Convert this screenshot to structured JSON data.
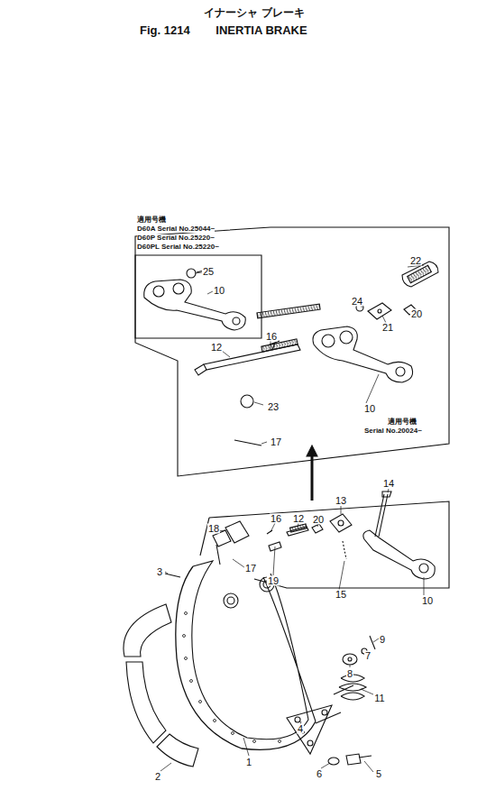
{
  "diagram": {
    "title": "INERTIA BRAKE",
    "labels": [
      "イナーシャ ブレーキ",
      "Fig. 1214",
      "適用号機",
      "D60A Serial No.25044~",
      "D60P Serial No.25220~",
      "D60PL Serial No.25220~",
      "25",
      "10",
      "22",
      "24",
      "20",
      "21",
      "16",
      "12",
      "10",
      "23",
      "17",
      "適用号機",
      "Serial No.20024~",
      "14",
      "18",
      "16",
      "12",
      "20",
      "13",
      "3",
      "17",
      "19",
      "15",
      "10",
      "9",
      "7",
      "8",
      "1",
      "11",
      "2",
      "4",
      "6",
      "5"
    ]
  }
}
